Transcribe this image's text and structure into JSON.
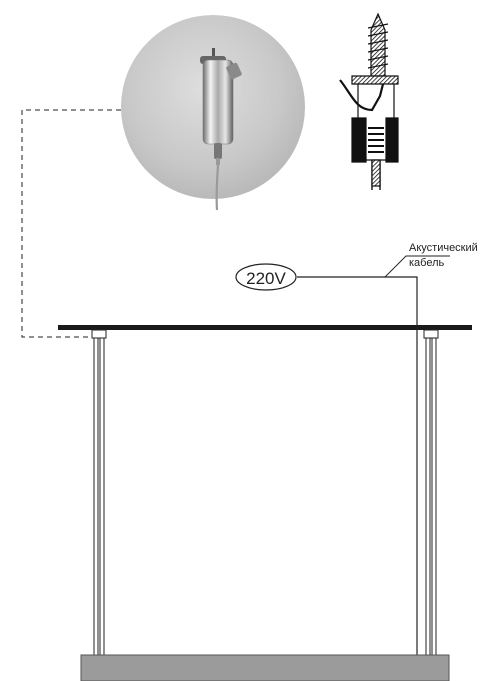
{
  "diagram": {
    "voltage_label": "220V",
    "cable_label_line1": "Акустический",
    "cable_label_line2": "кабель"
  },
  "colors": {
    "line": "#222222",
    "rail": "#1a1a1a",
    "shelf": "#9b9b9b",
    "photo_bg": "#c9c9c9",
    "section_hatch": "#111111"
  },
  "icons": {
    "photo": "ceiling-cable-holder-photo",
    "section": "cable-holder-cross-section"
  }
}
